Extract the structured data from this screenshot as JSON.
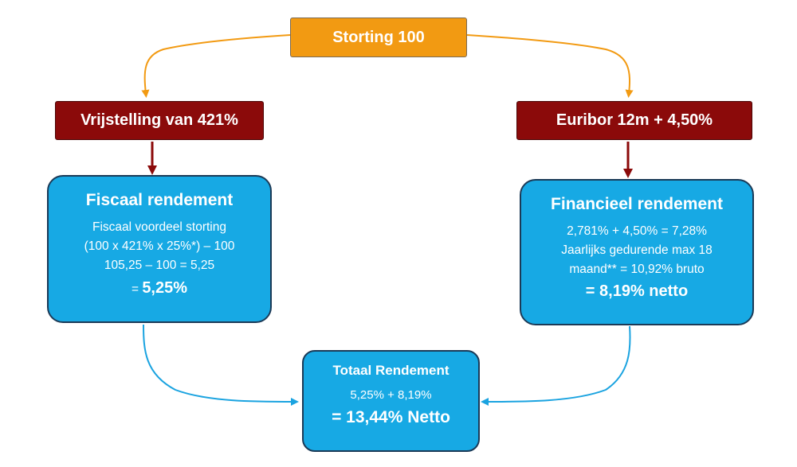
{
  "top": {
    "label": "Storting 100"
  },
  "left_condition": {
    "label": "Vrijstelling van 421%"
  },
  "right_condition": {
    "label": "Euribor 12m + 4,50%"
  },
  "left_box": {
    "title": "Fiscaal rendement",
    "lines": [
      "Fiscaal voordeel storting",
      "(100 x 421% x 25%*) – 100",
      "105,25 – 100  = 5,25"
    ],
    "result_prefix": "= ",
    "result_value": "5,25%"
  },
  "right_box": {
    "title": "Financieel rendement",
    "lines": [
      "2,781% + 4,50% = 7,28%",
      "Jaarlijks gedurende max 18",
      "maand** = 10,92% bruto"
    ],
    "result": "= 8,19% netto"
  },
  "bottom_box": {
    "title": "Totaal Rendement",
    "formula": "5,25% + 8,19%",
    "result": "= 13,44% Netto"
  },
  "colors": {
    "orange": "#f29a12",
    "dark_red": "#8b0a0a",
    "blue": "#17a9e4",
    "orange_arrow": "#f29a12",
    "red_arrow": "#8b0a0a",
    "blue_arrow": "#1aa3e0"
  }
}
